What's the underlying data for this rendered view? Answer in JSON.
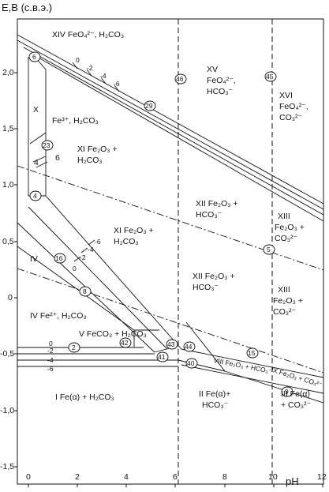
{
  "axis": {
    "ylabel": "E,B (с.в.э.)",
    "xlabel": "pH",
    "xticks": [
      "0",
      "2",
      "4",
      "6",
      "8",
      "10",
      "12"
    ],
    "yticks": [
      "2,0",
      "1,5",
      "1,0",
      "0,5",
      "0",
      "-0,5",
      "-1,0",
      "-1,5"
    ]
  },
  "regions": {
    "r14": "XIV FeO₄²⁻, H₂CO₃",
    "r15a": "XV",
    "r15b": "FeO₄²⁻,",
    "r15c": "HCO₃⁻",
    "r16a": "XVI",
    "r16b": "FeO₄²⁻,",
    "r16c": "CO₃²⁻",
    "r10": "X",
    "fe3": "Fe³⁺, H₂CO₃",
    "r11a": "XI Fe₂O₃ +",
    "r11b": "H₂CO₃",
    "r12a": "XII Fe₂O₃ +",
    "r12b": "HCO₃⁻",
    "r13a": "XIII",
    "r13b": "Fe₂O₃ +",
    "r13c": "CO₃²⁻",
    "r11c": "XI Fe₂O₃ +",
    "r11d": "H₂CO₃",
    "r4": "IV",
    "r12c": "XII Fe₂O₃ +",
    "r12d": "HCO₃⁻",
    "r13d": "XIII",
    "r13e": "Fe₂O₃ +",
    "r13f": "CO₃²⁻",
    "r4b": "IV Fe²⁺, H₂CO₃",
    "r5": "V FeCO₃ + H₂CO₃",
    "r8": "VIII Fe₂O₃ + HCO₃⁻",
    "r9": "IX Fe₂O₃ + CO₃²⁻",
    "r1": "I Fe(α) + H₂CO₃",
    "r2a": "II Fe(α)+",
    "r2b": "HCO₃⁻",
    "r3a": "III Fe(α)",
    "r3b": "+ CO₃²⁻"
  },
  "line_numbers": [
    "6",
    "46",
    "45",
    "29",
    "23",
    "4",
    "5",
    "16",
    "8",
    "2",
    "42",
    "43",
    "44",
    "41",
    "40",
    "15",
    "9"
  ],
  "small_labels": {
    "top_0": "0",
    "top_m2": "-2",
    "top_m4": "-4",
    "top_m6": "-6",
    "mid_m6": "-6",
    "mid_m4": "-4",
    "mid_m2": "-2",
    "mid_0": "0",
    "left_0": "0",
    "left_m2": "-2",
    "left_m4": "-4",
    "left_m6": "-6",
    "x_4": "4",
    "x_6": "6"
  }
}
